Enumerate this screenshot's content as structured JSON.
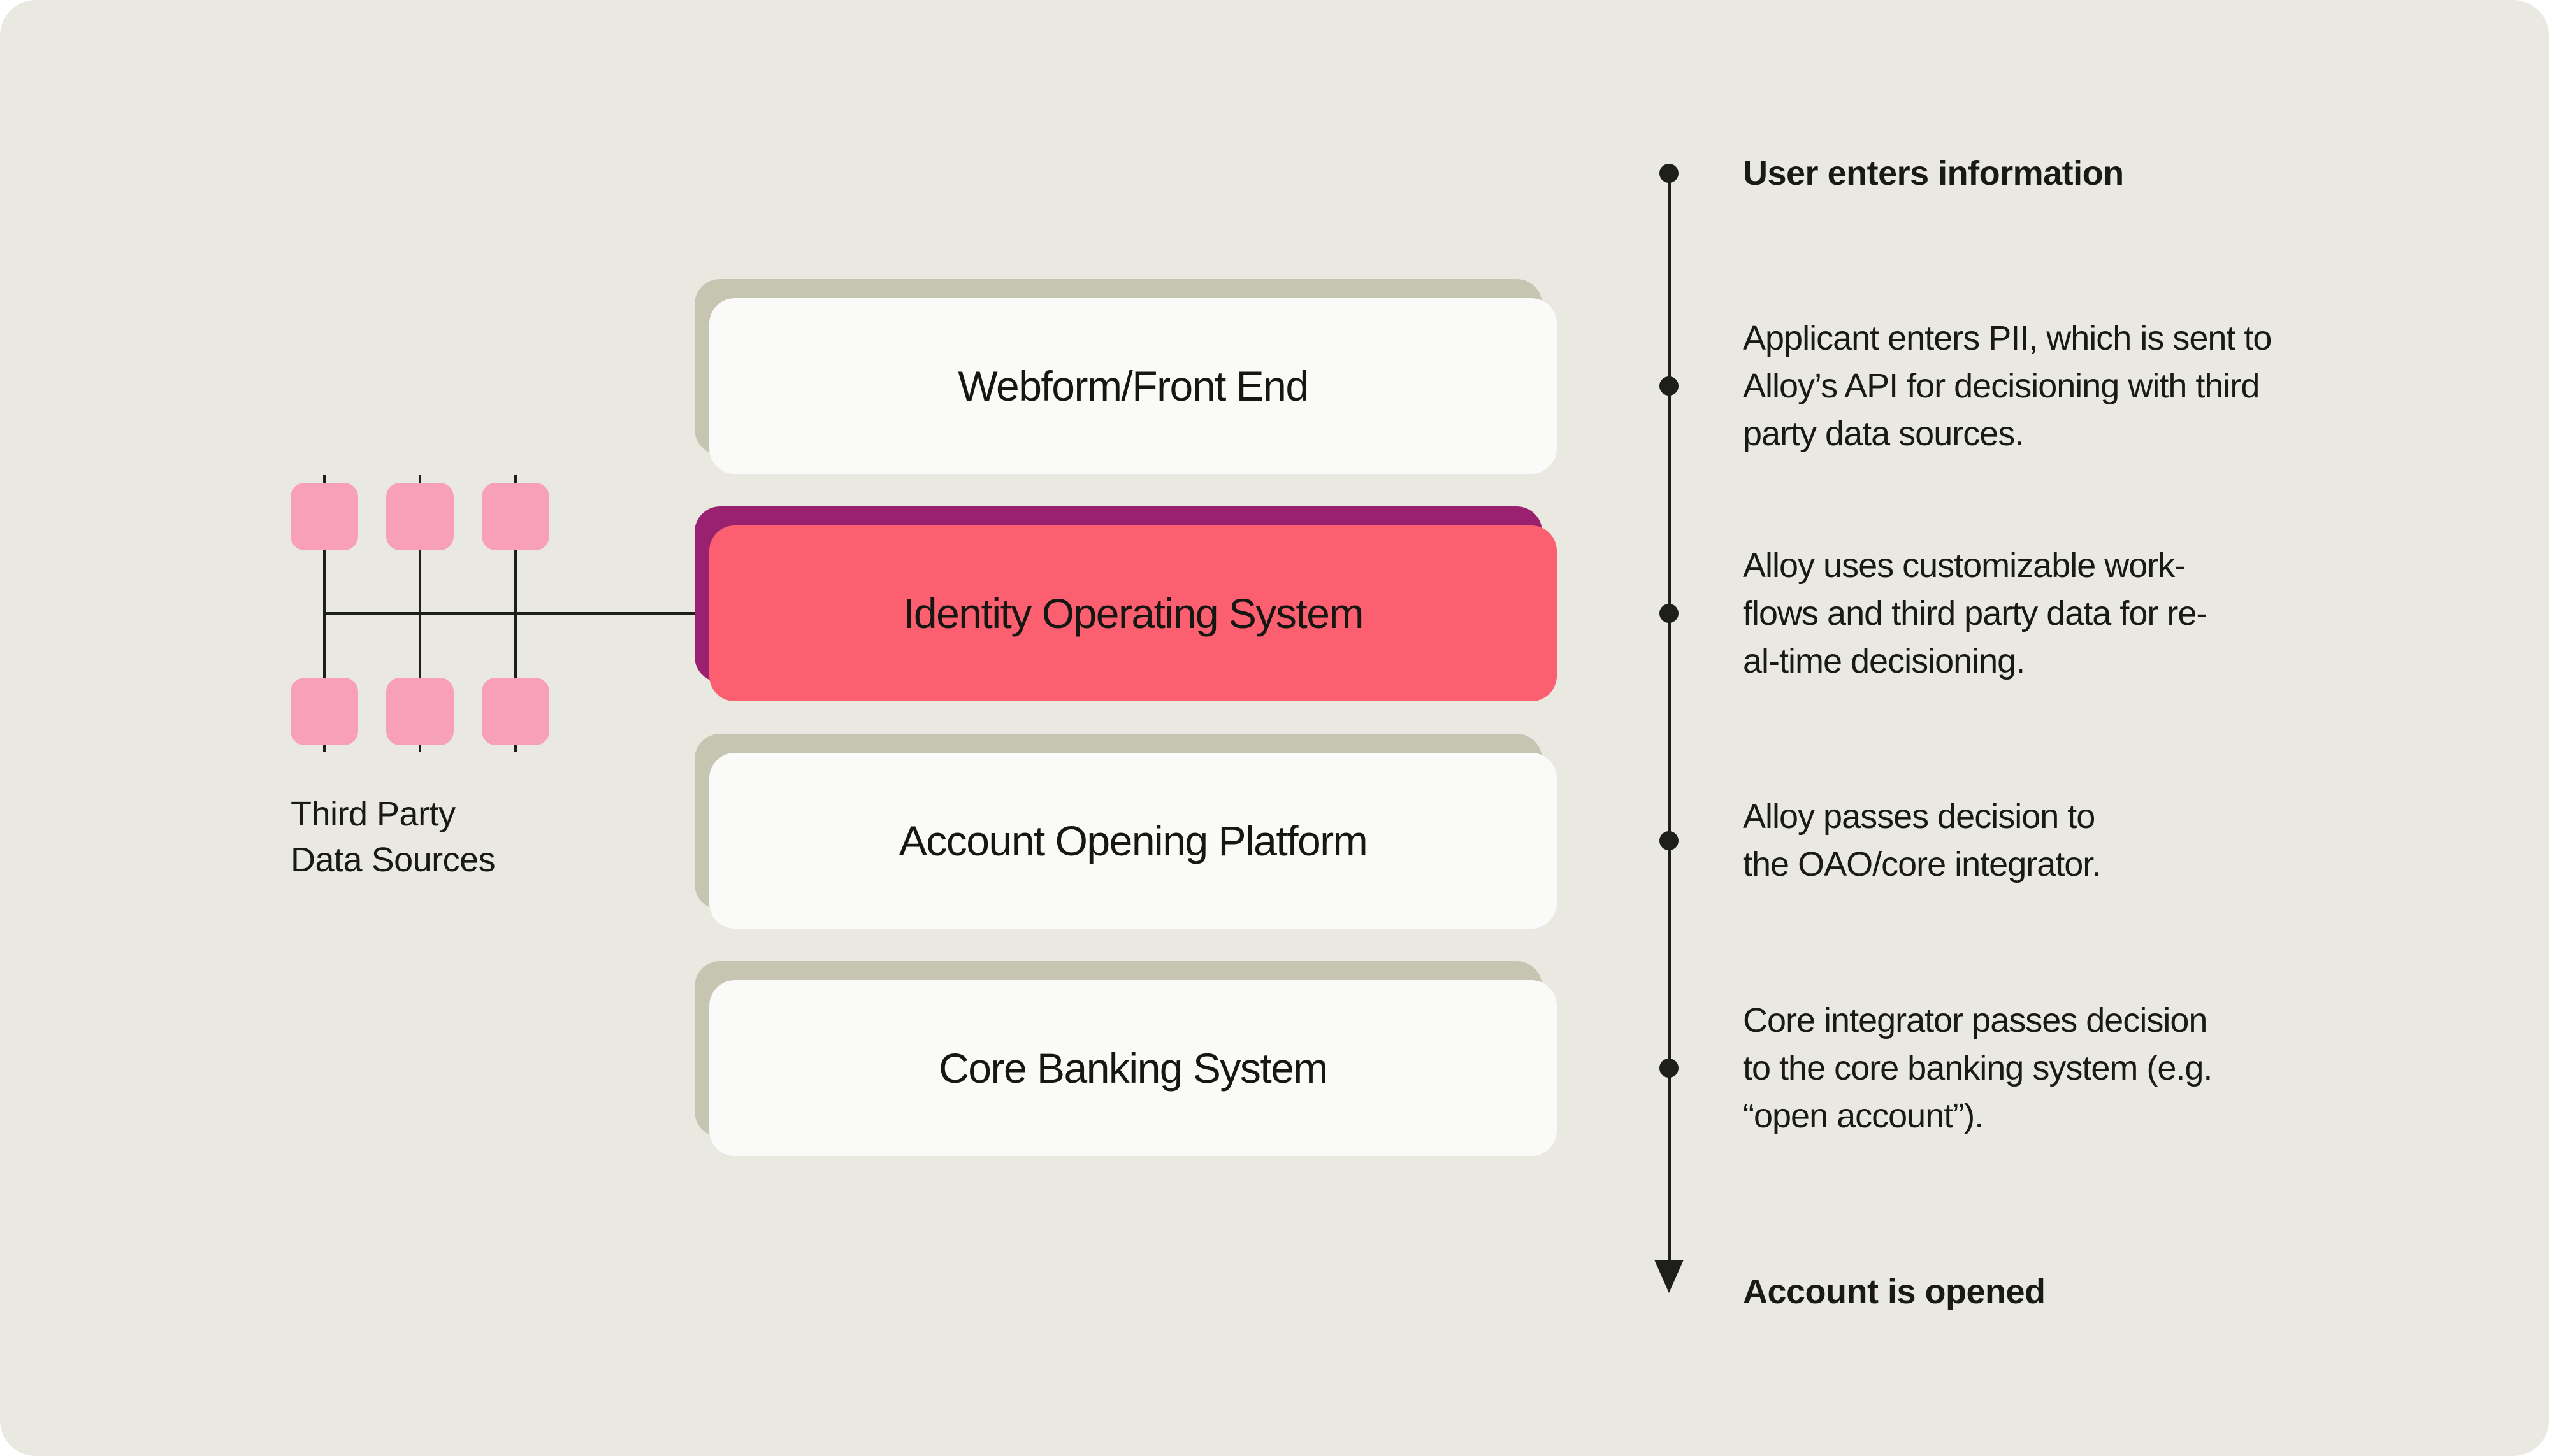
{
  "colors": {
    "background": "#e9e8e1",
    "box_face": "#fafaf8",
    "box_shadow": "#c6c5b1",
    "highlight_face": "#fc5f6f",
    "highlight_shadow": "#9a2070",
    "data_source_pink": "#f8a1b6",
    "ink": "#1e1e1a"
  },
  "left_cluster": {
    "label": "Third Party\nData Sources",
    "node_count": 6
  },
  "flow_boxes": [
    {
      "label": "Webform/Front End",
      "variant": "default"
    },
    {
      "label": "Identity Operating System",
      "variant": "highlight"
    },
    {
      "label": "Account Opening Platform",
      "variant": "default"
    },
    {
      "label": "Core Banking System",
      "variant": "default"
    }
  ],
  "timeline": {
    "steps": [
      {
        "text": "User enters information",
        "bold": true,
        "marker": "dot"
      },
      {
        "text": "Applicant enters PII, which is sent to\nAlloy’s API for decisioning with third\nparty data sources.",
        "bold": false,
        "marker": "dot"
      },
      {
        "text": "Alloy uses customizable work-\nflows and third party data for re-\nal-time decisioning.",
        "bold": false,
        "marker": "dot"
      },
      {
        "text": "Alloy passes decision to\nthe OAO/core integrator.",
        "bold": false,
        "marker": "dot"
      },
      {
        "text": "Core integrator passes decision\nto the core banking system (e.g.\n“open account”).",
        "bold": false,
        "marker": "dot"
      },
      {
        "text": "Account is opened",
        "bold": true,
        "marker": "arrow"
      }
    ]
  }
}
